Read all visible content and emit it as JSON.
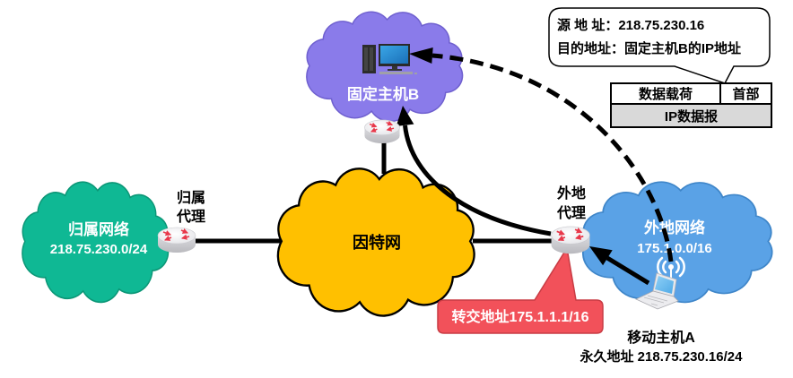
{
  "bubble": {
    "line1": "源 地 址：218.75.230.16",
    "line2": "目的地址：固定主机B的IP地址"
  },
  "datagram": {
    "payload": "数据载荷",
    "header": "首部",
    "name": "IP数据报",
    "name_bg": "#d9d9d9"
  },
  "networks": {
    "fixed_host": {
      "label": "固定主机B",
      "color": "#8a7bea",
      "outline": "#6f60cf"
    },
    "internet": {
      "label": "因特网",
      "color": "#ffc000",
      "outline": "#000000"
    },
    "home": {
      "label": "归属网络",
      "prefix": "218.75.230.0/24",
      "color": "#0fb894",
      "outline": "#0b9676"
    },
    "foreign": {
      "label": "外地网络",
      "prefix": "175.1.0.0/16",
      "color": "#5aa2e6",
      "outline": "#3f86c9"
    }
  },
  "agents": {
    "home": [
      "归属",
      "代理"
    ],
    "foreign": [
      "外地",
      "代理"
    ]
  },
  "care_of": {
    "label": "转交地址175.1.1.1/16",
    "color": "#f2515a",
    "outline": "#c83c44"
  },
  "mobile_host": {
    "name": "移动主机A",
    "permanent": "永久地址 218.75.230.16/24"
  },
  "icons": [
    "computer-icon",
    "router-icon",
    "laptop-icon",
    "wifi-icon"
  ]
}
